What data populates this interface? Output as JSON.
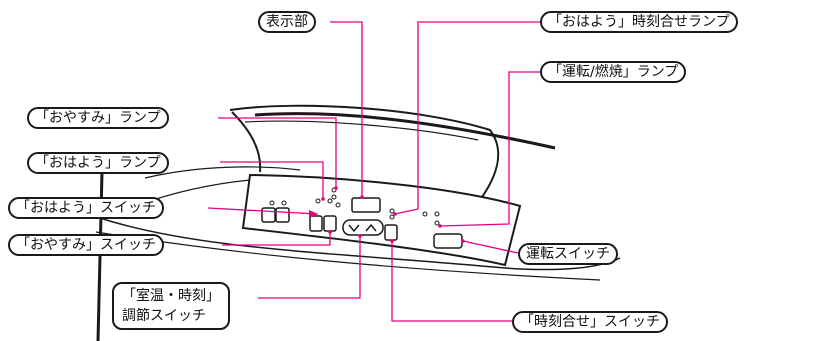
{
  "labels": {
    "display": "表示部",
    "ohayo_time_lamp": "「おはよう」時刻合せランプ",
    "run_burn_lamp": "「運転/燃焼」ランプ",
    "oyasumi_lamp": "「おやすみ」ランプ",
    "ohayo_lamp": "「おはよう」ランプ",
    "ohayo_switch": "「おはよう」スイッチ",
    "oyasumi_switch": "「おやすみ」スイッチ",
    "run_switch": "運転スイッチ",
    "temp_time_switch_line1": "「室温・時刻」",
    "temp_time_switch_line2": "調節スイッチ",
    "time_set_switch": "「時刻合せ」スイッチ"
  },
  "colors": {
    "leader": "#e6007e",
    "outline": "#1a1a1a"
  },
  "icons": {
    "down_arrow": "chevron-down-icon",
    "up_arrow": "chevron-up-icon"
  }
}
